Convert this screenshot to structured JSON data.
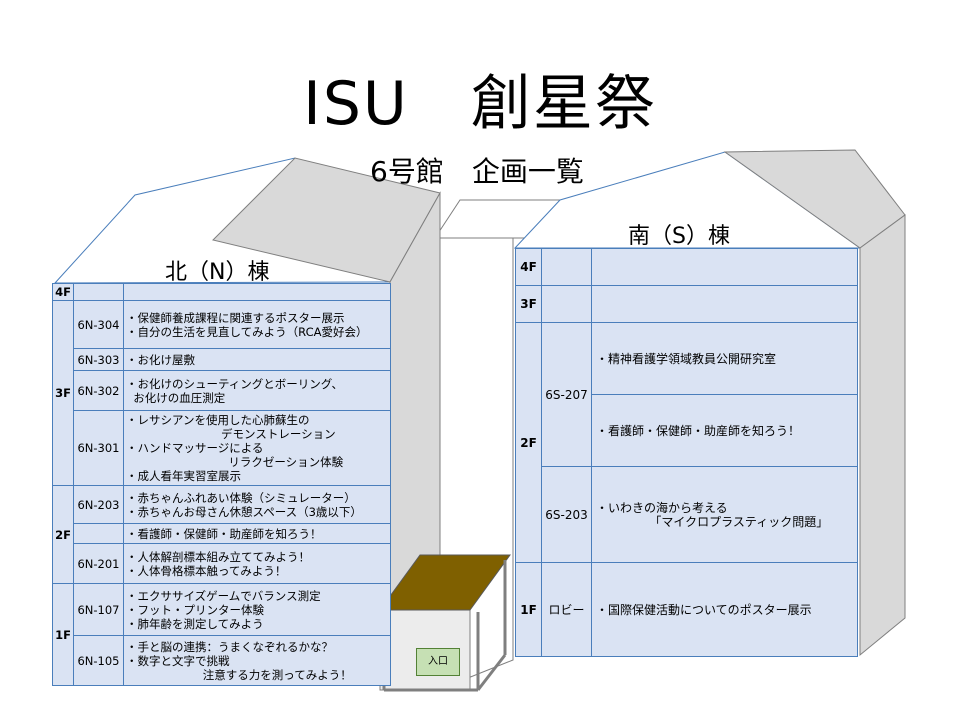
{
  "title": "ISU　創星祭",
  "subtitle": "6号館　企画一覧",
  "entrance_label": "入口",
  "north": {
    "name": "北（N）棟",
    "fourth_floor_label": "4F",
    "floors": [
      {
        "label": "3F",
        "rooms": [
          {
            "room": "6N-304",
            "items": "・保健師養成課程に関連するポスター展示\n・自分の生活を見直してみよう（RCA愛好会）"
          },
          {
            "room": "6N-303",
            "items": "・お化け屋敷"
          },
          {
            "room": "6N-302",
            "items": "・お化けのシューティングとボーリング、\n  お化けの血圧測定"
          },
          {
            "room": "6N-301",
            "items": "・レサシアンを使用した心肺蘇生の\n                          デモンストレーション\n・ハンドマッサージによる\n                            リラクゼーション体験\n・成人看年実習室展示"
          }
        ]
      },
      {
        "label": "2F",
        "rooms": [
          {
            "room": "6N-203",
            "items": "・赤ちゃんふれあい体験（シミュレーター）\n・赤ちゃんお母さん休憩スペース（3歳以下）"
          },
          {
            "room": "",
            "items": "・看護師・保健師・助産師を知ろう！"
          },
          {
            "room": "6N-201",
            "items": "・人体解剖標本組み立ててみよう！\n・人体骨格標本触ってみよう！"
          }
        ]
      },
      {
        "label": "1F",
        "rooms": [
          {
            "room": "6N-107",
            "items": "・エクササイズゲームでバランス測定\n・フット・プリンター体験\n・肺年齢を測定してみよう"
          },
          {
            "room": "6N-105",
            "items": "・手と脳の連携：うまくなぞれるかな？\n・数字と文字で挑戦\n                     注意する力を測ってみよう！"
          }
        ]
      }
    ]
  },
  "south": {
    "name": "南（S）棟",
    "floors": [
      {
        "label": "4F",
        "rooms": [
          {
            "room": "",
            "items": ""
          }
        ]
      },
      {
        "label": "3F",
        "rooms": [
          {
            "room": "",
            "items": ""
          }
        ]
      },
      {
        "label": "2F",
        "rooms": [
          {
            "room": "6S-207",
            "items": "・精神看護学領域教員公開研究室"
          },
          {
            "room": "",
            "items": "・看護師・保健師・助産師を知ろう！"
          },
          {
            "room": "6S-203",
            "items": "・いわきの海から考える\n              「マイクロプラスティック問題」"
          }
        ]
      },
      {
        "label": "1F",
        "rooms": [
          {
            "room": "ロビー",
            "items": "・国際保健活動についてのポスター展示"
          }
        ]
      }
    ]
  }
}
